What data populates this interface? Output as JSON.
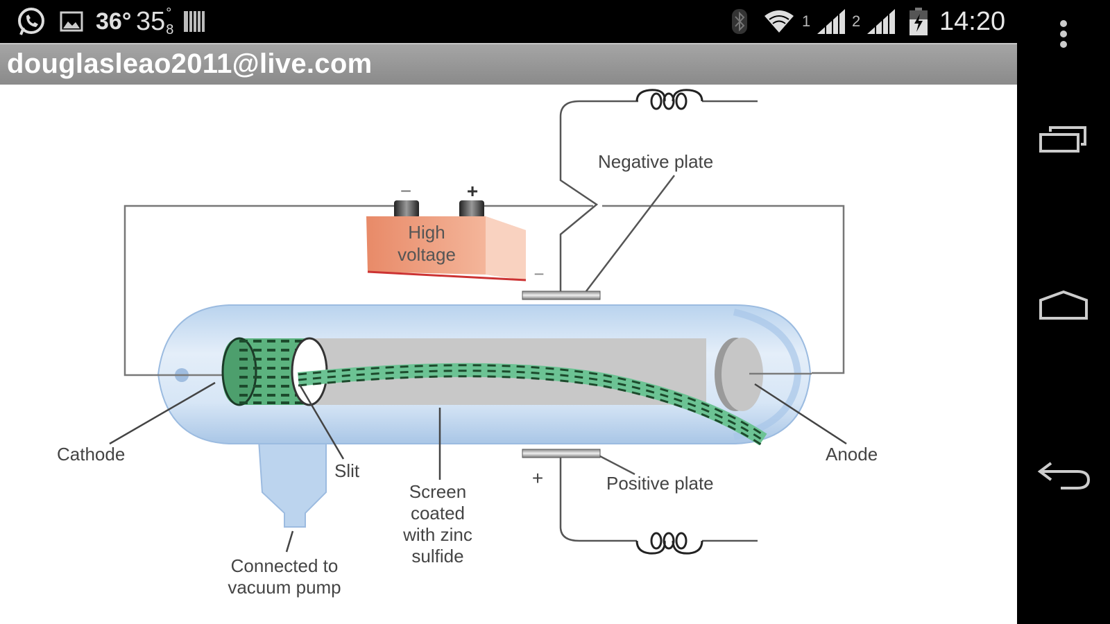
{
  "status_bar": {
    "left_icons": [
      "whatsapp-icon",
      "gallery-icon",
      "weather-temp",
      "weather-temp-2",
      "barcode-icon"
    ],
    "temp_1": "36°",
    "temp_2_main": "35",
    "temp_2_degree": "°",
    "temp_2_sub": "8",
    "sim1_label": "1",
    "sim2_label": "2",
    "time": "14:20",
    "right_icons": [
      "bluetooth-icon",
      "wifi-icon",
      "signal-sim1-icon",
      "signal-sim2-icon",
      "battery-charging-icon"
    ]
  },
  "title_bar": {
    "title": "douglasleao2011@live.com"
  },
  "diagram": {
    "battery_label_line1": "High",
    "battery_label_line2": "voltage",
    "battery_minus": "−",
    "battery_plus": "+",
    "plate_minus": "−",
    "plate_plus": "+",
    "labels": {
      "negative_plate": "Negative plate",
      "positive_plate": "Positive plate",
      "cathode": "Cathode",
      "anode": "Anode",
      "slit": "Slit",
      "screen_line1": "Screen",
      "screen_line2": "coated",
      "screen_line3": "with zinc",
      "screen_line4": "sulfide",
      "vacuum_line1": "Connected to",
      "vacuum_line2": "vacuum pump"
    },
    "colors": {
      "tube": "#c9def2",
      "beam": "#5dba85",
      "battery": "#efa88a",
      "screen": "#c8c8c8"
    }
  },
  "nav_bar": {
    "buttons": [
      "overflow-menu",
      "recent-apps",
      "home",
      "back"
    ]
  }
}
